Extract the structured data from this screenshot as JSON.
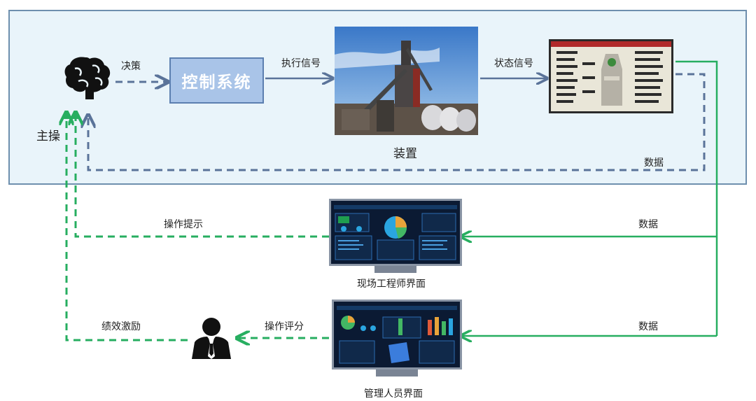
{
  "top_panel": {
    "decision_label": "决策",
    "control_system_label": "控制系统",
    "exec_signal_label": "执行信号",
    "device_label": "装置",
    "status_signal_label": "状态信号",
    "data_label_top": "数据",
    "operator_label": "主操"
  },
  "middle": {
    "hint_label": "操作提示",
    "data_label": "数据",
    "engineer_screen_label": "现场工程师界面"
  },
  "bottom": {
    "incentive_label": "绩效激励",
    "score_label": "操作评分",
    "data_label": "数据",
    "manager_screen_label": "管理人员界面"
  },
  "colors": {
    "panel_bg": "#e9f4fa",
    "panel_border": "#6e8fae",
    "blue_dashed": "#5a7399",
    "blue_arrow": "#5a7399",
    "green": "#27ae60",
    "control_box": "#a9c4e8"
  },
  "icons": [
    "brain-icon",
    "businessman-icon"
  ]
}
